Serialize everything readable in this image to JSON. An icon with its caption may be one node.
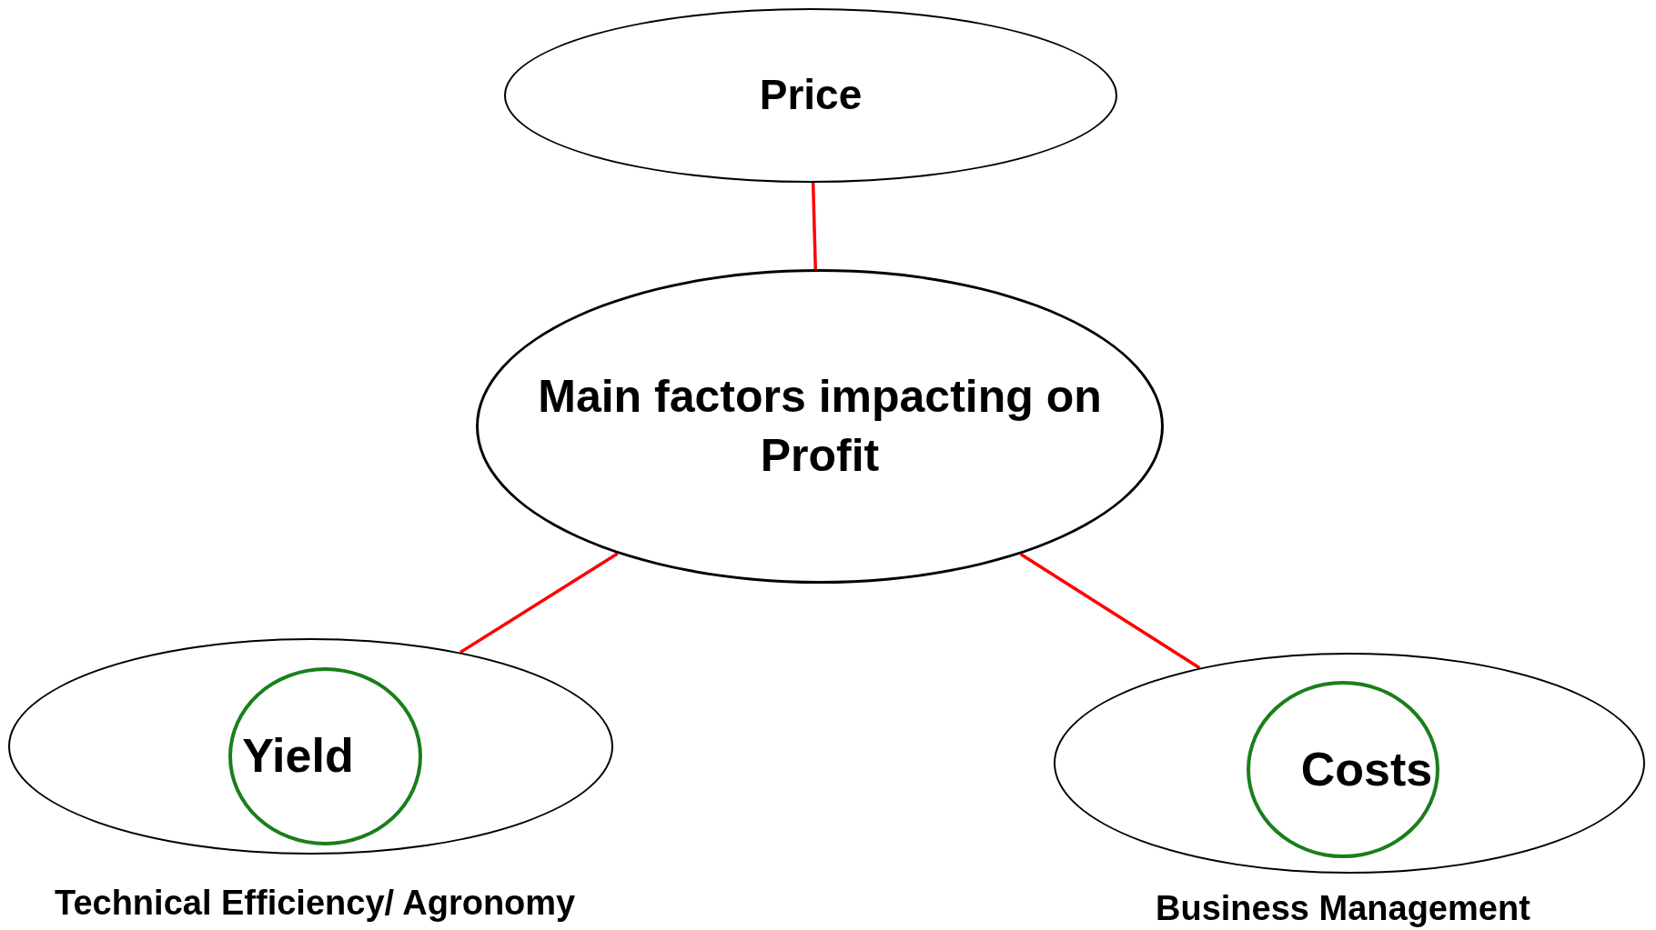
{
  "diagram": {
    "nodes": [
      {
        "text": [
          "Price"
        ]
      },
      {
        "text": [
          "Main factors impacting on Profit"
        ]
      },
      {
        "text": [
          "Technical Efficiency/ Agronomy"
        ]
      },
      {
        "text": [
          "Yield"
        ],
        "in": 2
      },
      {
        "text": [
          "Business Management"
        ]
      },
      {
        "text": [
          "Costs"
        ],
        "in": 4
      }
    ],
    "edges": [
      {
        "from": 0,
        "to": 1,
        "arrow": "none"
      },
      {
        "from": 1,
        "to": 2,
        "arrow": "none"
      },
      {
        "from": 1,
        "to": 4,
        "arrow": "none"
      }
    ]
  }
}
